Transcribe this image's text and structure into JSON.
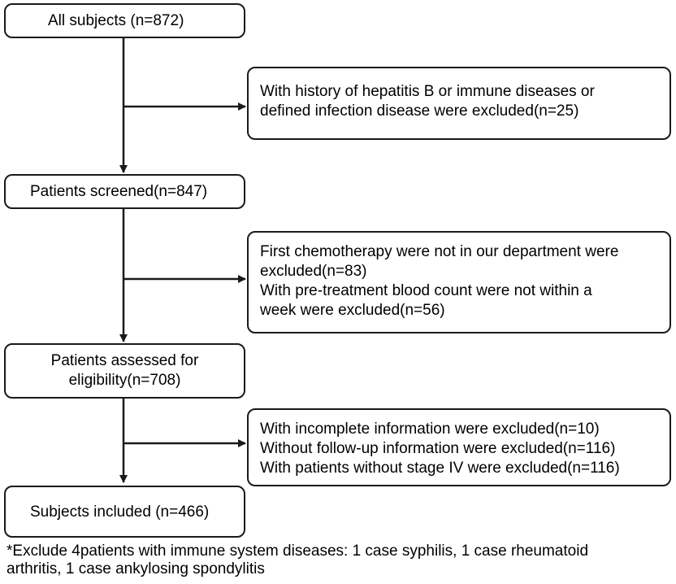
{
  "nodes": {
    "all_subjects": {
      "lines": [
        "All subjects  (n=872)"
      ]
    },
    "exclusion_1": {
      "lines": [
        "With history of hepatitis B or immune diseases or",
        "defined infection disease were excluded(n=25)"
      ]
    },
    "patients_screened": {
      "lines": [
        "Patients screened(n=847)"
      ]
    },
    "exclusion_2": {
      "lines": [
        "First chemotherapy were not in our department were",
        "excluded(n=83)",
        "With  pre-treatment blood count were not within a",
        "week were excluded(n=56)"
      ]
    },
    "patients_assessed": {
      "lines": [
        "Patients assessed for",
        "eligibility(n=708)"
      ]
    },
    "exclusion_3": {
      "lines": [
        "With incomplete information were excluded(n=10)",
        "Without follow-up information were excluded(n=116)",
        "With patients without stage IV were excluded(n=116)"
      ]
    },
    "subjects_included": {
      "lines": [
        "Subjects included (n=466)"
      ]
    }
  },
  "footnote": {
    "line1": "*Exclude 4patients with immune system diseases: 1 case syphilis, 1 case rheumatoid",
    "line2": "arthritis, 1 case ankylosing spondylitis"
  },
  "colors": {
    "stroke": "#1a1a1a",
    "background": "#ffffff",
    "text": "#000000"
  }
}
